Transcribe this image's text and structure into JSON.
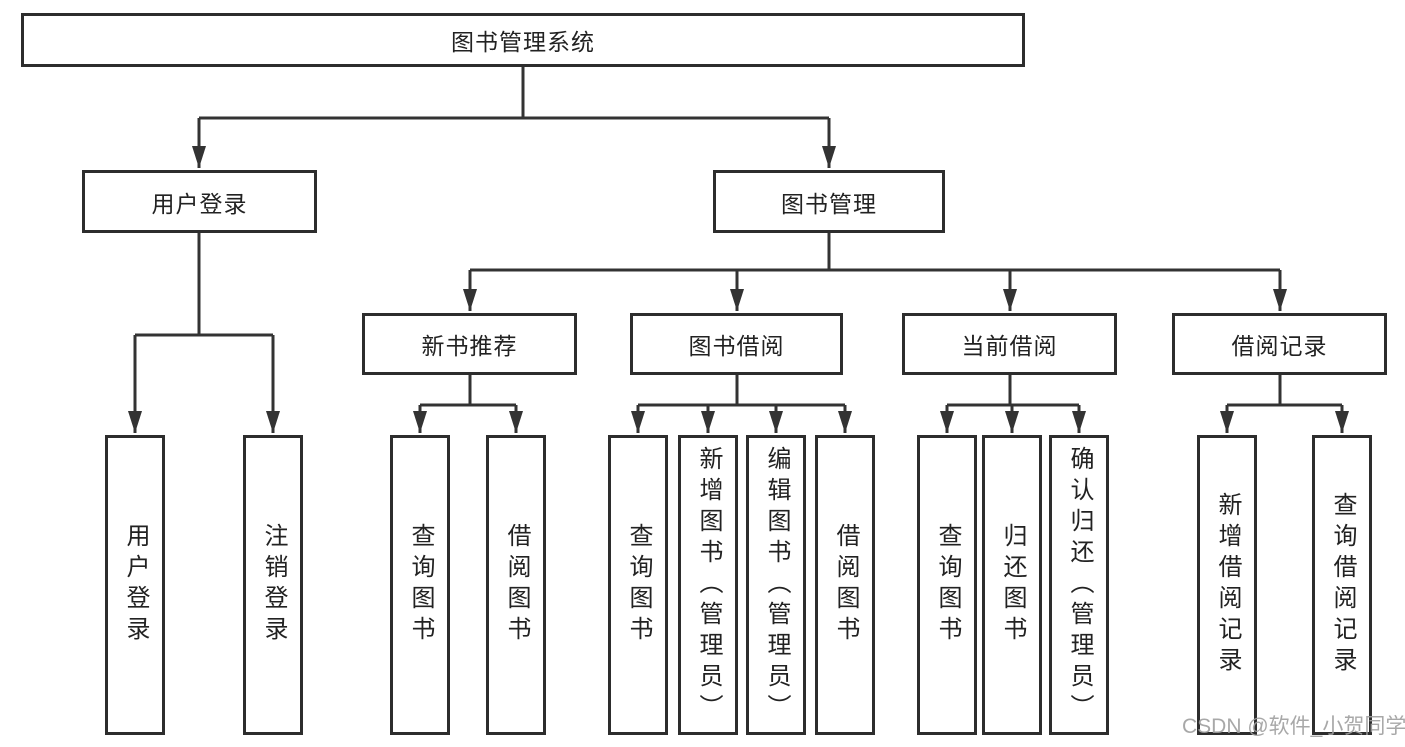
{
  "diagram": {
    "type": "hierarchy-tree",
    "colors": {
      "line": "#333333",
      "box_border": "#2d2d2d",
      "text": "#222222",
      "background": "#ffffff",
      "watermark": "#9e9e9e"
    },
    "root": {
      "label": "图书管理系统"
    },
    "level2": [
      {
        "label": "用户登录"
      },
      {
        "label": "图书管理"
      }
    ],
    "level3": [
      {
        "label": "新书推荐",
        "parent": "图书管理"
      },
      {
        "label": "图书借阅",
        "parent": "图书管理"
      },
      {
        "label": "当前借阅",
        "parent": "图书管理"
      },
      {
        "label": "借阅记录",
        "parent": "图书管理"
      }
    ],
    "leaves": [
      {
        "label": "用户登录",
        "parent": "用户登录"
      },
      {
        "label": "注销登录",
        "parent": "用户登录"
      },
      {
        "label": "查询图书",
        "parent": "新书推荐"
      },
      {
        "label": "借阅图书",
        "parent": "新书推荐"
      },
      {
        "label": "查询图书",
        "parent": "图书借阅"
      },
      {
        "label": "新增图书（管理员）",
        "parent": "图书借阅"
      },
      {
        "label": "编辑图书（管理员）",
        "parent": "图书借阅"
      },
      {
        "label": "借阅图书",
        "parent": "图书借阅"
      },
      {
        "label": "查询图书",
        "parent": "当前借阅"
      },
      {
        "label": "归还图书",
        "parent": "当前借阅"
      },
      {
        "label": "确认归还（管理员）",
        "parent": "当前借阅"
      },
      {
        "label": "新增借阅记录",
        "parent": "借阅记录"
      },
      {
        "label": "查询借阅记录",
        "parent": "借阅记录"
      }
    ]
  },
  "watermark": {
    "text": "CSDN @软件_小贺同学"
  }
}
